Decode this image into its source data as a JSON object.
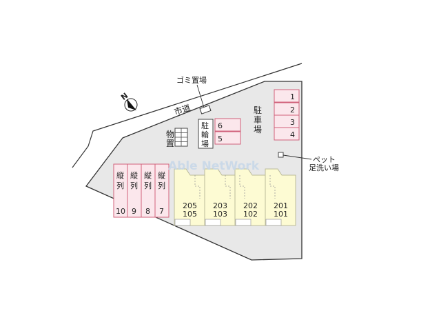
{
  "colors": {
    "lot_fill": "#e8e8e8",
    "outline": "#333333",
    "parking_fill": "#fbe7ec",
    "parking_stroke": "#d0607a",
    "building_fill": "#fdfbd3",
    "building_stroke": "#bbbb99",
    "watermark": "#c8d8e8"
  },
  "labels": {
    "garbage": "ゴミ置場",
    "road": "市道",
    "storage": [
      "物",
      "置"
    ],
    "bike": [
      "駐",
      "輪",
      "場"
    ],
    "parking_main": [
      "駐",
      "車",
      "場"
    ],
    "pet_wash": [
      "ペット",
      "足洗い場"
    ],
    "watermark": "Able NetWork",
    "north": "N"
  },
  "parking_right": [
    "1",
    "2",
    "3",
    "4"
  ],
  "parking_mid": [
    "6",
    "5"
  ],
  "parking_tandem": [
    {
      "label": [
        "縦",
        "列"
      ],
      "number": "10"
    },
    {
      "label": [
        "縦",
        "列"
      ],
      "number": "9"
    },
    {
      "label": [
        "縦",
        "列"
      ],
      "number": "8"
    },
    {
      "label": [
        "縦",
        "列"
      ],
      "number": "7"
    }
  ],
  "units": [
    {
      "upper": "205",
      "lower": "105"
    },
    {
      "upper": "203",
      "lower": "103"
    },
    {
      "upper": "202",
      "lower": "102"
    },
    {
      "upper": "201",
      "lower": "101"
    }
  ]
}
